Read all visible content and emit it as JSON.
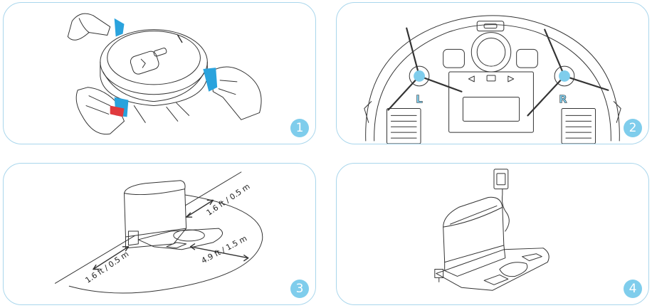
{
  "steps": [
    {
      "number": "1"
    },
    {
      "number": "2",
      "left_label": "L",
      "right_label": "R"
    },
    {
      "number": "3",
      "clearance_side_top": "1.6 ft / 0.5 m",
      "clearance_side_bottom": "1.6 ft / 0.5 m",
      "clearance_front": "4.9 ft / 1.5 m"
    },
    {
      "number": "4"
    }
  ],
  "colors": {
    "accent": "#7fcdec",
    "tape": "#2aa3dd",
    "tape_red": "#e03a3e",
    "border": "#a9d6ec",
    "line": "#333333"
  }
}
